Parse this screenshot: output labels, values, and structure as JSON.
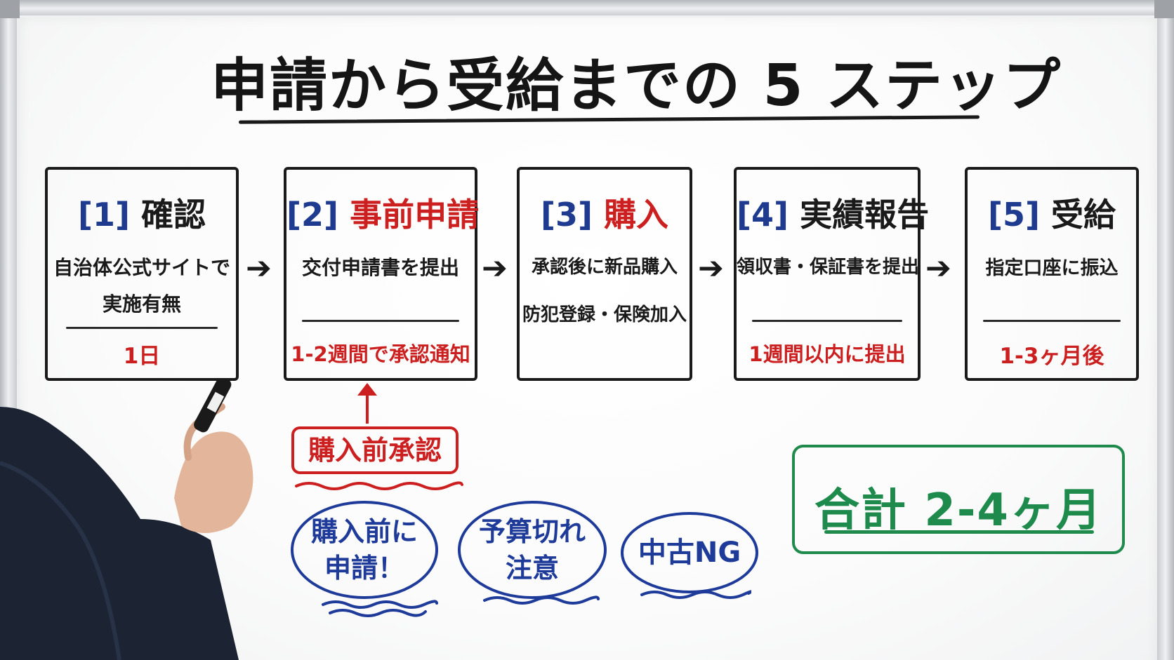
{
  "title": "申請から受給までの 5 ステップ",
  "steps": [
    {
      "num": "[1]",
      "name": "確認",
      "desc": [
        "自治体公式サイトで",
        "実施有無"
      ],
      "duration": "1日"
    },
    {
      "num": "[2]",
      "name": "事前申請",
      "desc": [
        "交付申請書を提出"
      ],
      "duration": "1-2週間で承認通知"
    },
    {
      "num": "[3]",
      "name": "購入",
      "desc": [
        "承認後に新品購入",
        "防犯登録・保険加入"
      ],
      "duration": ""
    },
    {
      "num": "[4]",
      "name": "実績報告",
      "desc": [
        "領収書・保証書を提出"
      ],
      "duration": "1週間以内に提出"
    },
    {
      "num": "[5]",
      "name": "受給",
      "desc": [
        "指定口座に振込"
      ],
      "duration": "1-3ヶ月後"
    }
  ],
  "arrow_glyph": "➔",
  "callout": "購入前承認",
  "bubbles": [
    [
      "購入前に",
      "申請！"
    ],
    [
      "予算切れ",
      "注意"
    ],
    [
      "中古NG"
    ]
  ],
  "total": "合計 2-4ヶ月",
  "colors": {
    "red": "#cc1f1f",
    "blue": "#1f3b8f",
    "green": "#1e8a4c",
    "ink": "#1a1a1a"
  }
}
